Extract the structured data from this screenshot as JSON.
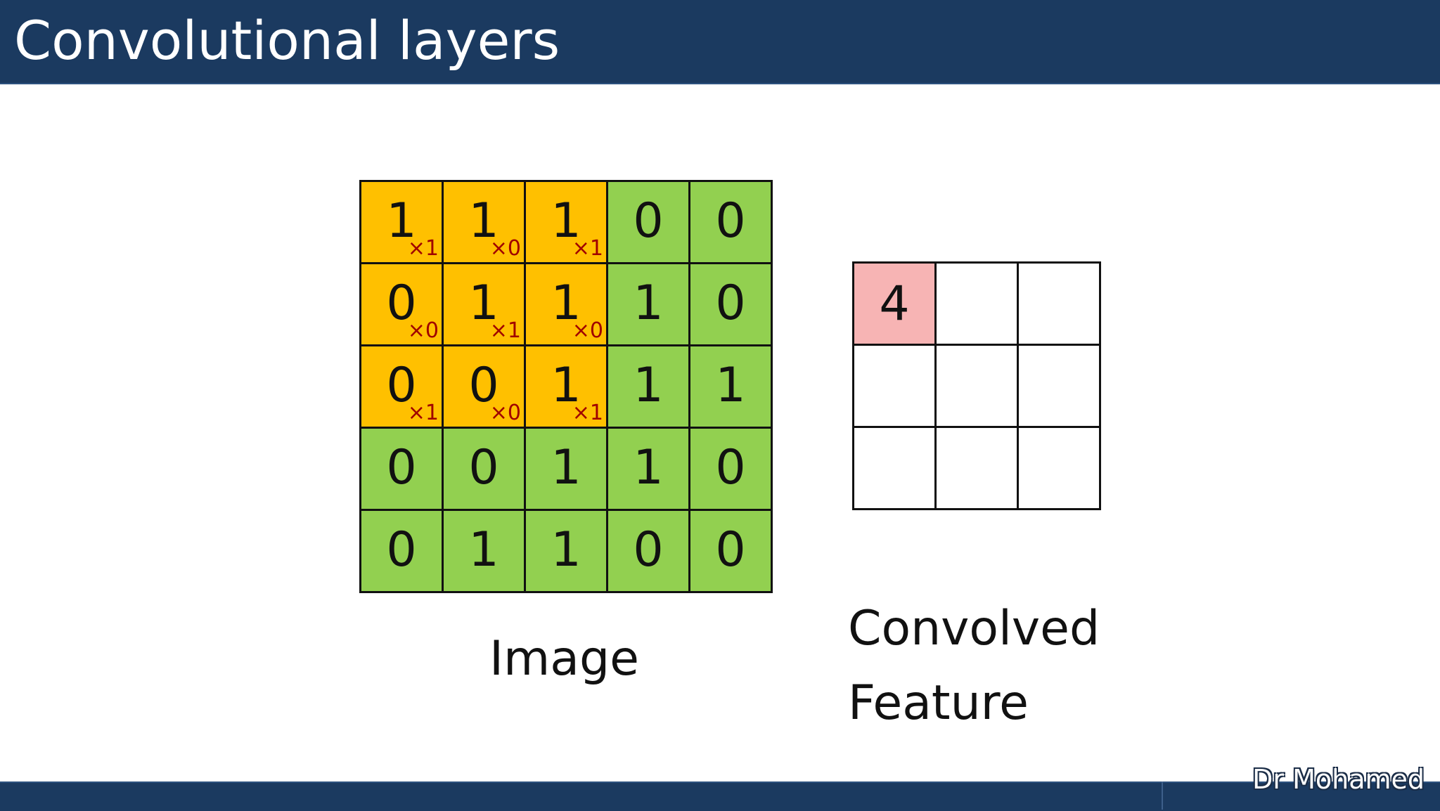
{
  "slide": {
    "title": "Convolutional layers",
    "author": "Dr Mohamed"
  },
  "image_grid": {
    "label": "Image",
    "cells": [
      [
        "1",
        "1",
        "1",
        "0",
        "0"
      ],
      [
        "0",
        "1",
        "1",
        "1",
        "0"
      ],
      [
        "0",
        "0",
        "1",
        "1",
        "1"
      ],
      [
        "0",
        "0",
        "1",
        "1",
        "0"
      ],
      [
        "0",
        "1",
        "1",
        "0",
        "0"
      ]
    ],
    "kernel_weights": [
      [
        "×1",
        "×0",
        "×1"
      ],
      [
        "×0",
        "×1",
        "×0"
      ],
      [
        "×1",
        "×0",
        "×1"
      ]
    ]
  },
  "feature_grid": {
    "label_line1": "Convolved",
    "label_line2": "Feature",
    "cells": [
      [
        "4",
        "",
        ""
      ],
      [
        "",
        "",
        ""
      ],
      [
        "",
        "",
        ""
      ]
    ]
  },
  "colors": {
    "header_bg": "#1b3a60",
    "image_cell": "#92d050",
    "kernel_window": "#ffc000",
    "kernel_weight_text": "#a00000",
    "feature_filled": "#f7b4b4"
  }
}
